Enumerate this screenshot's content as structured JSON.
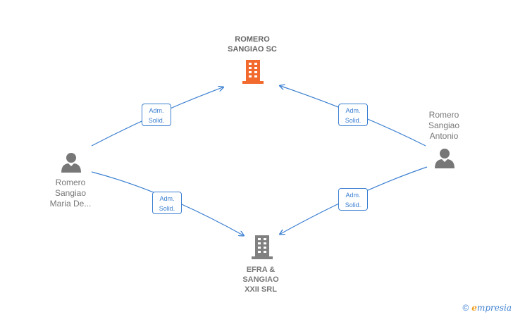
{
  "nodes": {
    "romero_sangiao_sc": {
      "label": "ROMERO\nSANGIAO SC",
      "color": "#f26a2e"
    },
    "efra_sangiao": {
      "label": "EFRA &\nSANGIAO\nXXII SRL",
      "color": "#808080"
    },
    "maria": {
      "label": "Romero\nSangiao\nMaria De..."
    },
    "antonio": {
      "label": "Romero\nSangiao\nAntonio"
    }
  },
  "edges": [
    {
      "line1": "Adm.",
      "line2": "Solid."
    },
    {
      "line1": "Adm.",
      "line2": "Solid."
    },
    {
      "line1": "Adm.",
      "line2": "Solid."
    },
    {
      "line1": "Adm.",
      "line2": "Solid."
    }
  ],
  "footer": {
    "copyright": "©",
    "brand_initial": "e",
    "brand_rest": "mpresia"
  },
  "colors": {
    "edge": "#3b7fd1",
    "person": "#777777"
  }
}
